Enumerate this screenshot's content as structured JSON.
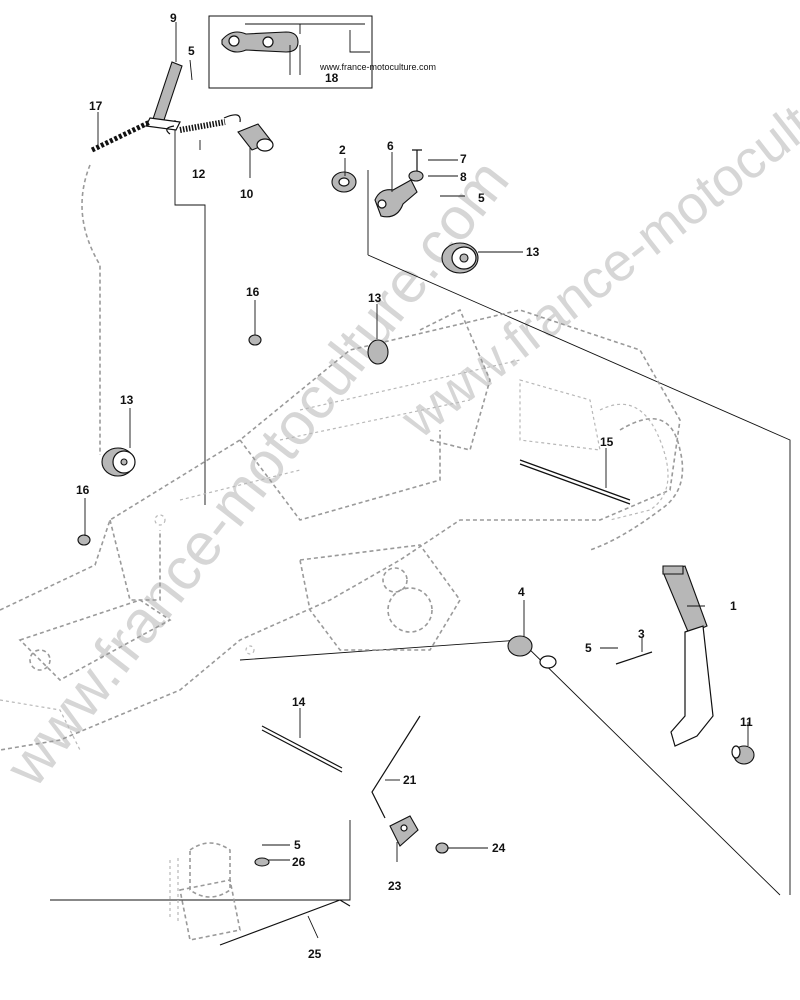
{
  "source_url": "www.france-motoculture.com",
  "watermark_text": "www.france-motoculture.com",
  "callouts": {
    "c1": "1",
    "c2": "2",
    "c3": "3",
    "c4": "4",
    "c5a": "5",
    "c5b": "5",
    "c5c": "5",
    "c5d": "5",
    "c6": "6",
    "c7": "7",
    "c8": "8",
    "c9": "9",
    "c10": "10",
    "c11": "11",
    "c12": "12",
    "c13a": "13",
    "c13b": "13",
    "c13c": "13",
    "c14": "14",
    "c15": "15",
    "c16a": "16",
    "c16b": "16",
    "c17": "17",
    "c18": "18",
    "c21": "21",
    "c23": "23",
    "c24": "24",
    "c25": "25",
    "c26": "26"
  },
  "colors": {
    "line": "#111111",
    "frame": "#9a9a9a",
    "watermark": "#d6d6d6",
    "part_fill": "#b7b7b7"
  }
}
